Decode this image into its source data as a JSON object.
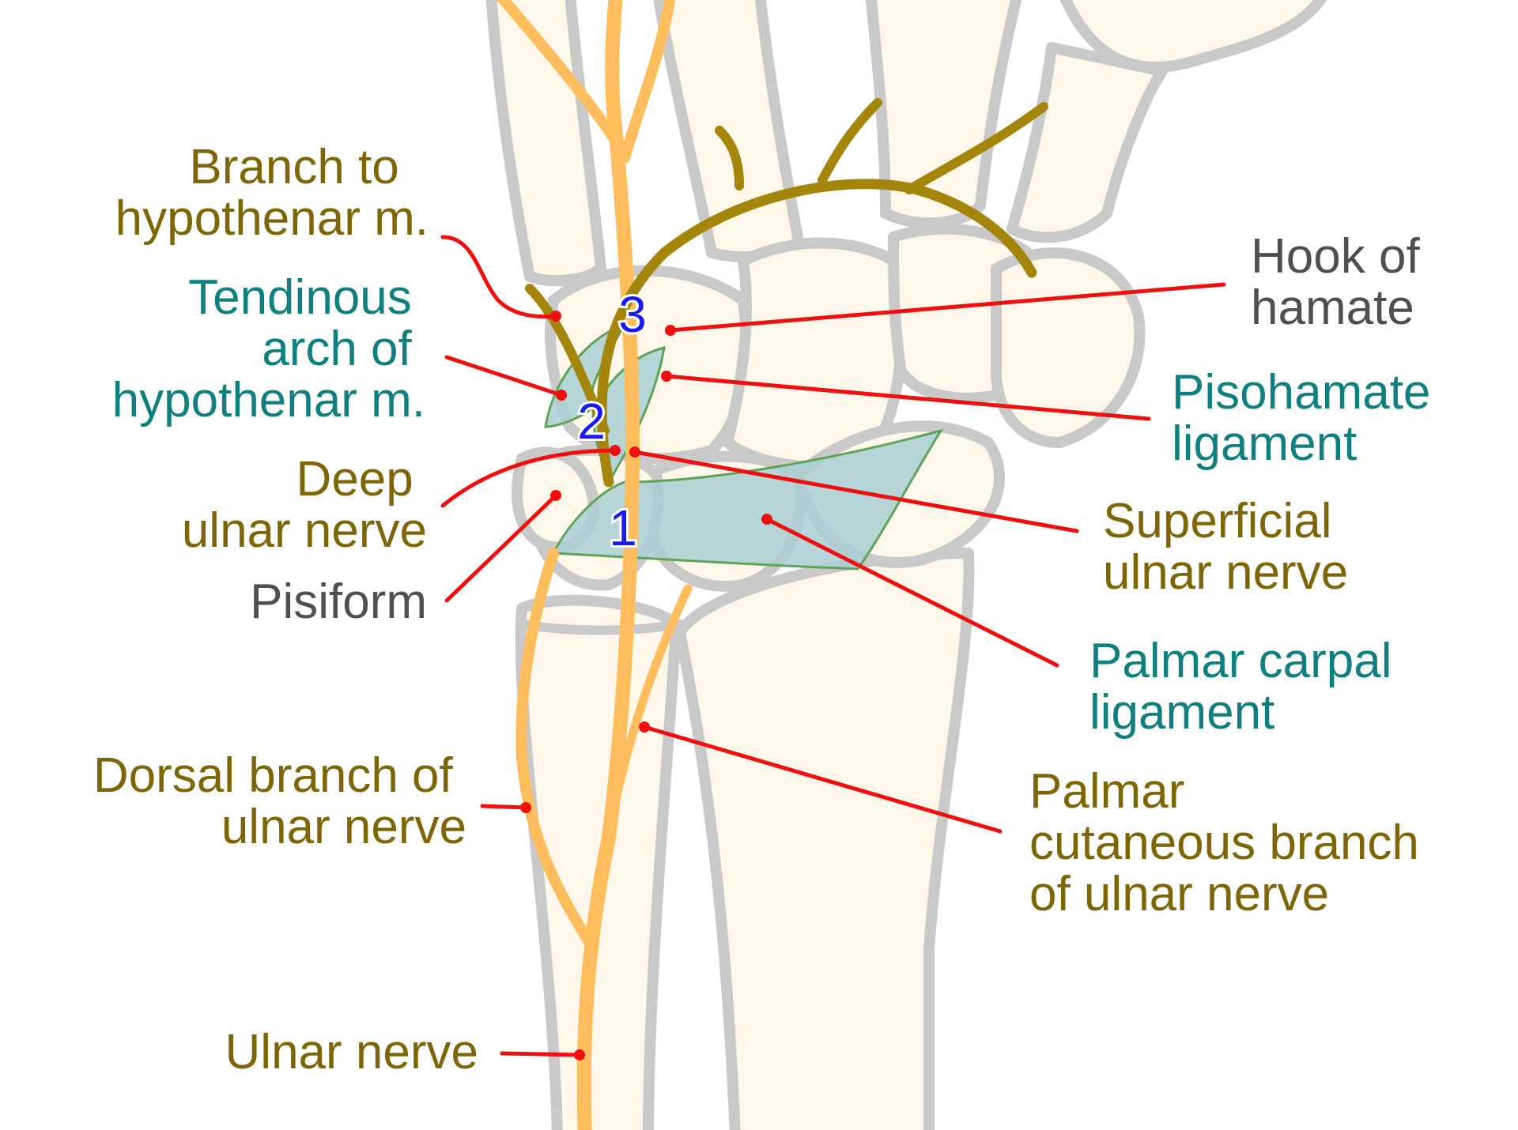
{
  "labels": {
    "branch_hypothenar": [
      "Branch to",
      "hypothenar m."
    ],
    "tendinous_arch": [
      "Tendinous",
      "arch of",
      "hypothenar m."
    ],
    "deep_ulnar": [
      "Deep",
      "ulnar nerve"
    ],
    "pisiform": "Pisiform",
    "dorsal_branch": [
      "Dorsal branch of",
      "ulnar nerve"
    ],
    "ulnar_nerve": "Ulnar nerve",
    "hook_hamate": [
      "Hook of",
      "hamate"
    ],
    "pisohamate": [
      "Pisohamate",
      "ligament"
    ],
    "superficial_ulnar": [
      "Superficial",
      "ulnar nerve"
    ],
    "palmar_carpal": [
      "Palmar carpal",
      "ligament"
    ],
    "palmar_cutaneous": [
      "Palmar",
      "cutaneous branch",
      "of ulnar nerve"
    ]
  },
  "zone_numbers": [
    "1",
    "2",
    "3"
  ],
  "colors": {
    "nerve_light": "#ffbd5e",
    "nerve_dark": "#a5860c",
    "bone_fill": "#fff8ea",
    "bone_outline": "#c9c9c9",
    "ligament": "#a9cfd4",
    "leader": "#ee1010",
    "text_brown": "#7d6608",
    "text_teal": "#127f7f",
    "text_gray": "#4f4f4f",
    "number_blue": "#1a1aee"
  }
}
